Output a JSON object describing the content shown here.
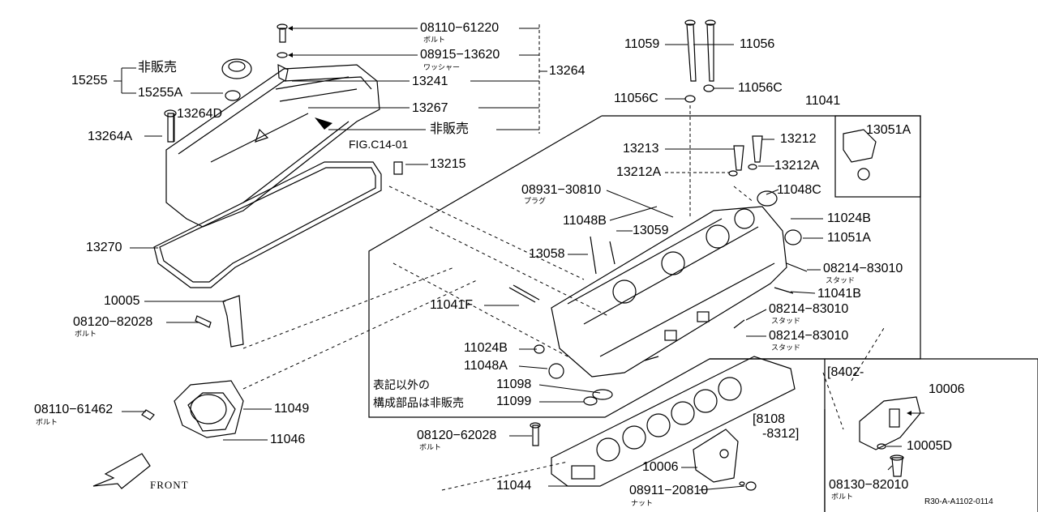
{
  "diagram": {
    "figure_id": "R30-A-A1102-0114",
    "front_label": "FRONT",
    "fig_ref": "FIG.C14-01",
    "note": [
      "表記以外の",
      "構成部品は非販売"
    ],
    "date_ranges": {
      "r8402": "[8402-",
      "r8108": "[8108",
      "r8312": "-8312]"
    },
    "parts": {
      "p08110_61220": "08110−61220",
      "p08915_13620": "08915−13620",
      "p13264": "13264",
      "p13241": "13241",
      "p13267": "13267",
      "hihanbai": "非販売",
      "hihanbai_cap": "非販売",
      "p15255": "15255",
      "p15255A": "15255A",
      "p13264D": "13264D",
      "p13264A": "13264A",
      "p13215": "13215",
      "p13270": "13270",
      "p10005": "10005",
      "p08120_82028": "08120−82028",
      "p08110_61462": "08110−61462",
      "p11049": "11049",
      "p11046": "11046",
      "p11059": "11059",
      "p11056": "11056",
      "p11056C": "11056C",
      "p11041": "11041",
      "p13051A": "13051A",
      "p13212": "13212",
      "p13213": "13213",
      "p13212A_l": "13212A",
      "p13212A_r": "13212A",
      "p08931_30810": "08931−30810",
      "p11048C": "11048C",
      "p11048B": "11048B",
      "p11024B_r": "11024B",
      "p13059": "13059",
      "p11051A": "11051A",
      "p13058": "13058",
      "p08214_83010_a": "08214−83010",
      "p11041B": "11041B",
      "p11041F": "11041F",
      "p08214_83010_b": "08214−83010",
      "p08214_83010_c": "08214−83010",
      "p11024B_l": "11024B",
      "p11048A": "11048A",
      "p11098": "11098",
      "p11099": "11099",
      "p10006_r": "10006",
      "p10005D": "10005D",
      "p08130_82010": "08130−82010",
      "p08120_62028": "08120−62028",
      "p10006_b": "10006",
      "p11044": "11044",
      "p08911_20810": "08911−20810"
    },
    "sublabels": {
      "bolt": "ボルト",
      "washer": "ワッシャー",
      "plug": "プラグ",
      "stud": "スタッド",
      "nut": "ナット"
    }
  }
}
